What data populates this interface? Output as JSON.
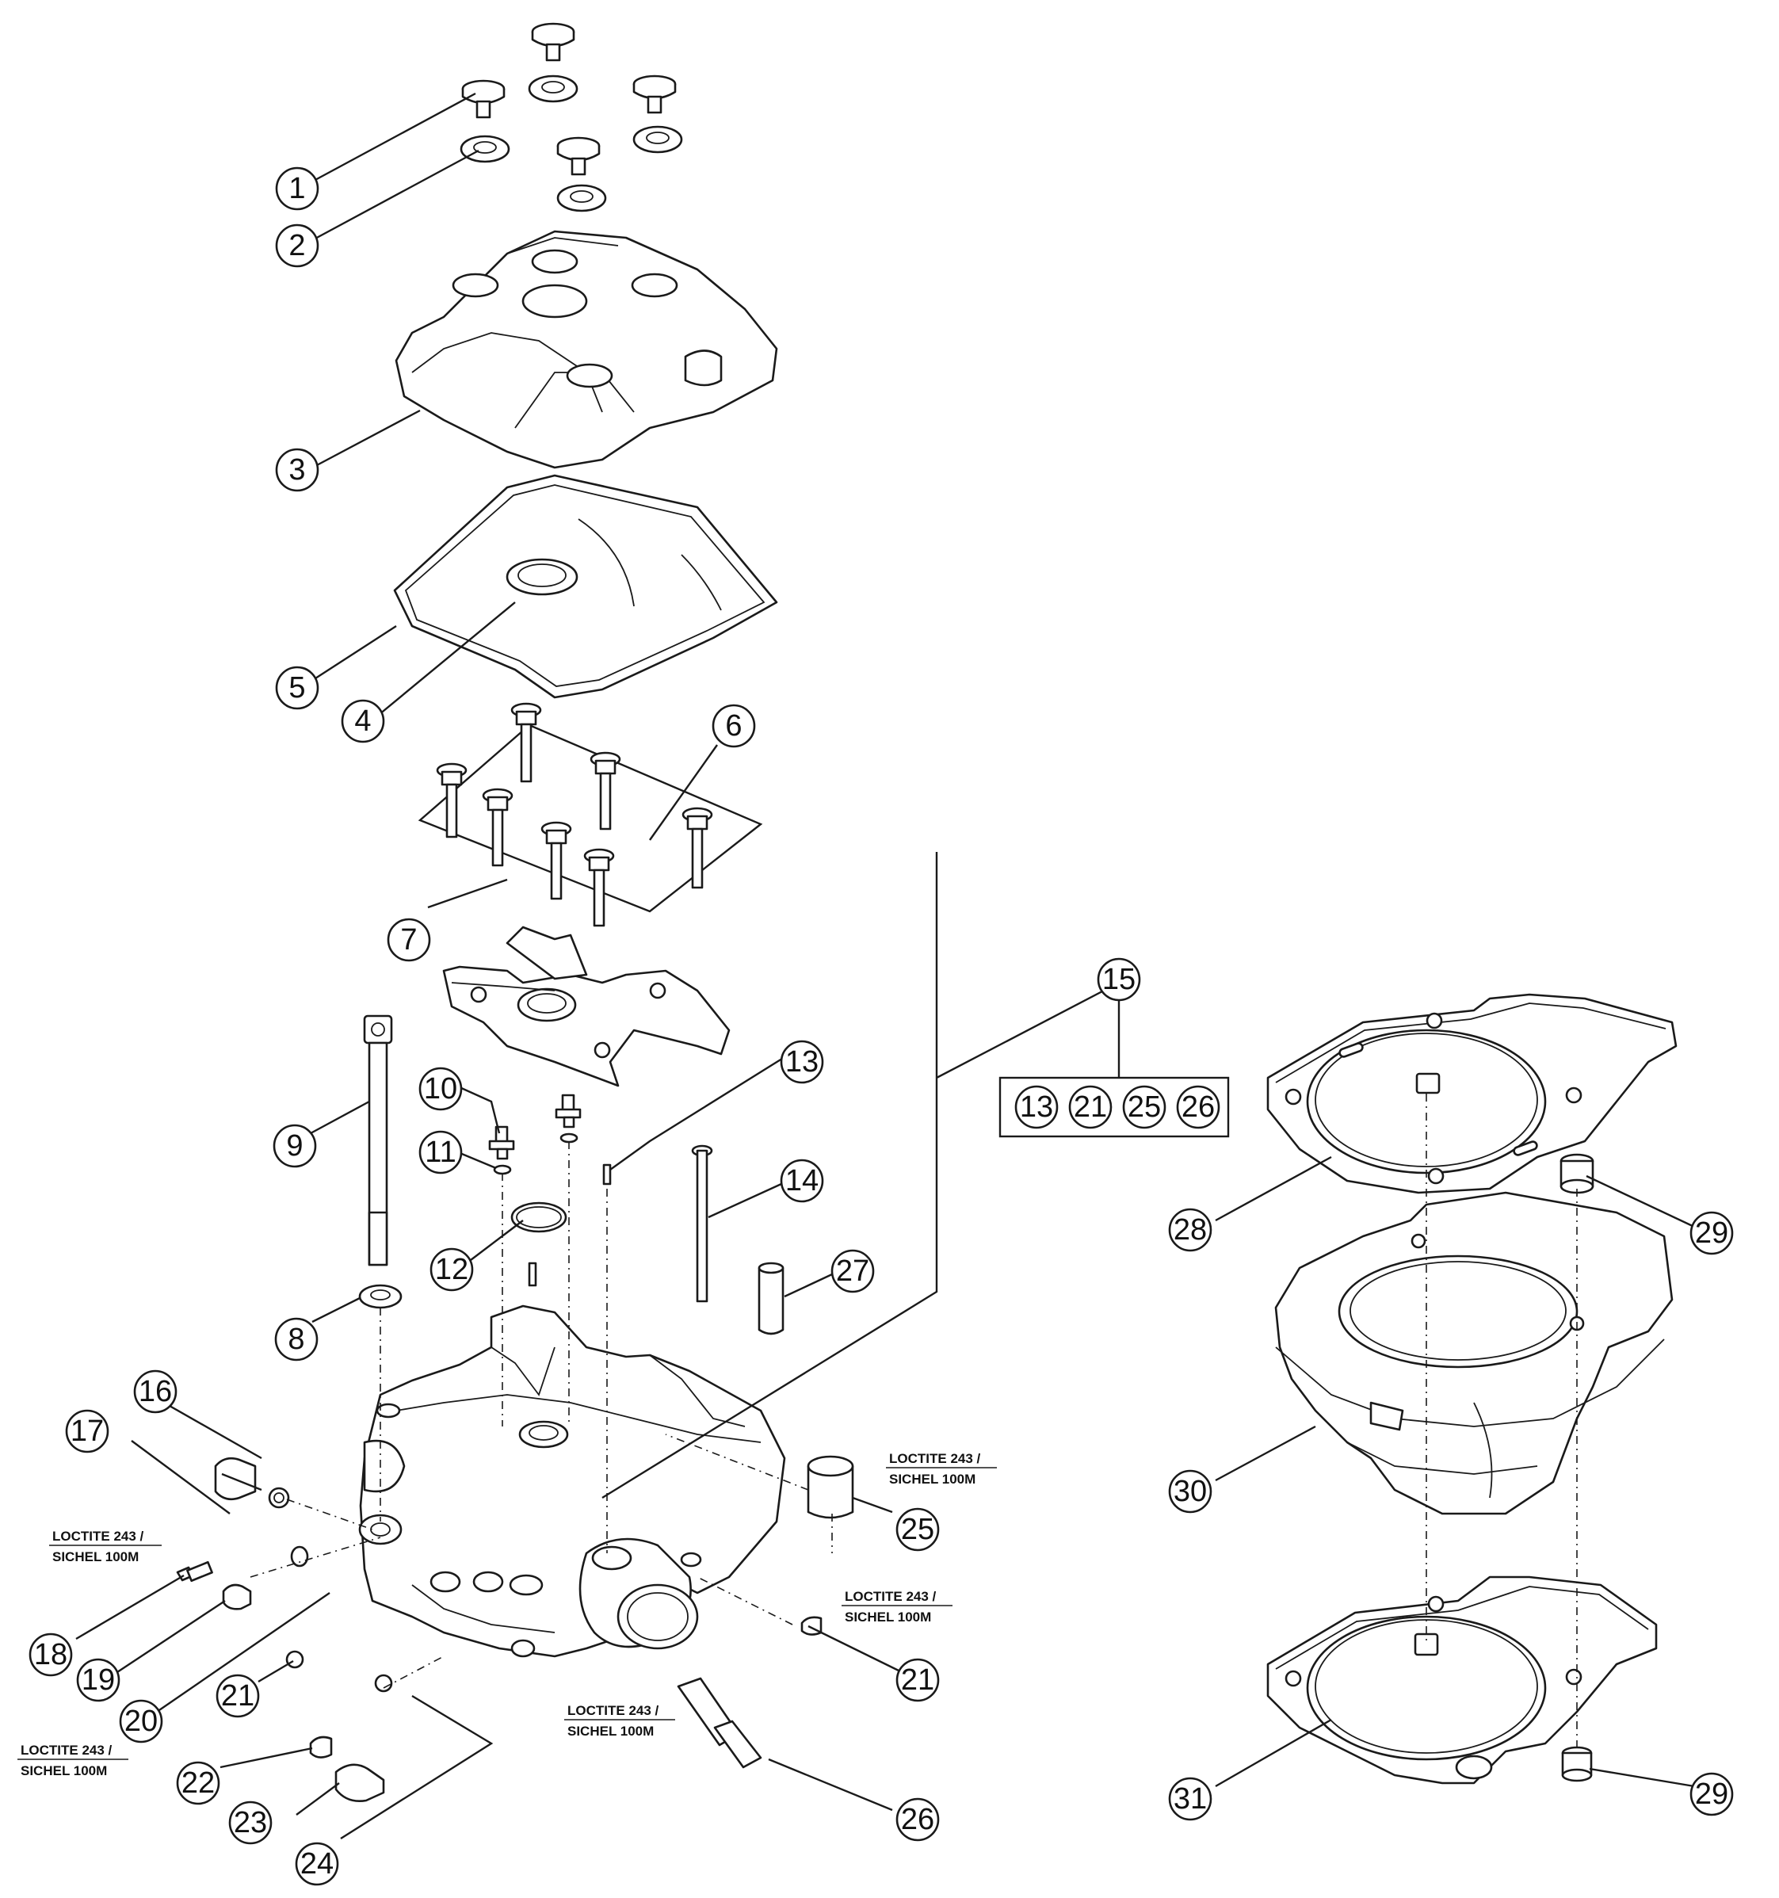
{
  "callouts": [
    "1",
    "2",
    "3",
    "4",
    "5",
    "6",
    "7",
    "8",
    "9",
    "10",
    "11",
    "12",
    "13",
    "14",
    "15",
    "16",
    "17",
    "18",
    "19",
    "20",
    "21",
    "21",
    "22",
    "23",
    "24",
    "25",
    "26",
    "27",
    "28",
    "29",
    "29",
    "30",
    "31"
  ],
  "set_15_contents": [
    "13",
    "21",
    "25",
    "26"
  ],
  "notes": [
    {
      "line1": "LOCTITE 243 /",
      "line2": "SICHEL 100M"
    },
    {
      "line1": "LOCTITE 243 /",
      "line2": "SICHEL 100M"
    },
    {
      "line1": "LOCTITE 243 /",
      "line2": "SICHEL 100M"
    },
    {
      "line1": "LOCTITE 243 /",
      "line2": "SICHEL 100M"
    },
    {
      "line1": "LOCTITE 243 /",
      "line2": "SICHEL 100M"
    }
  ]
}
